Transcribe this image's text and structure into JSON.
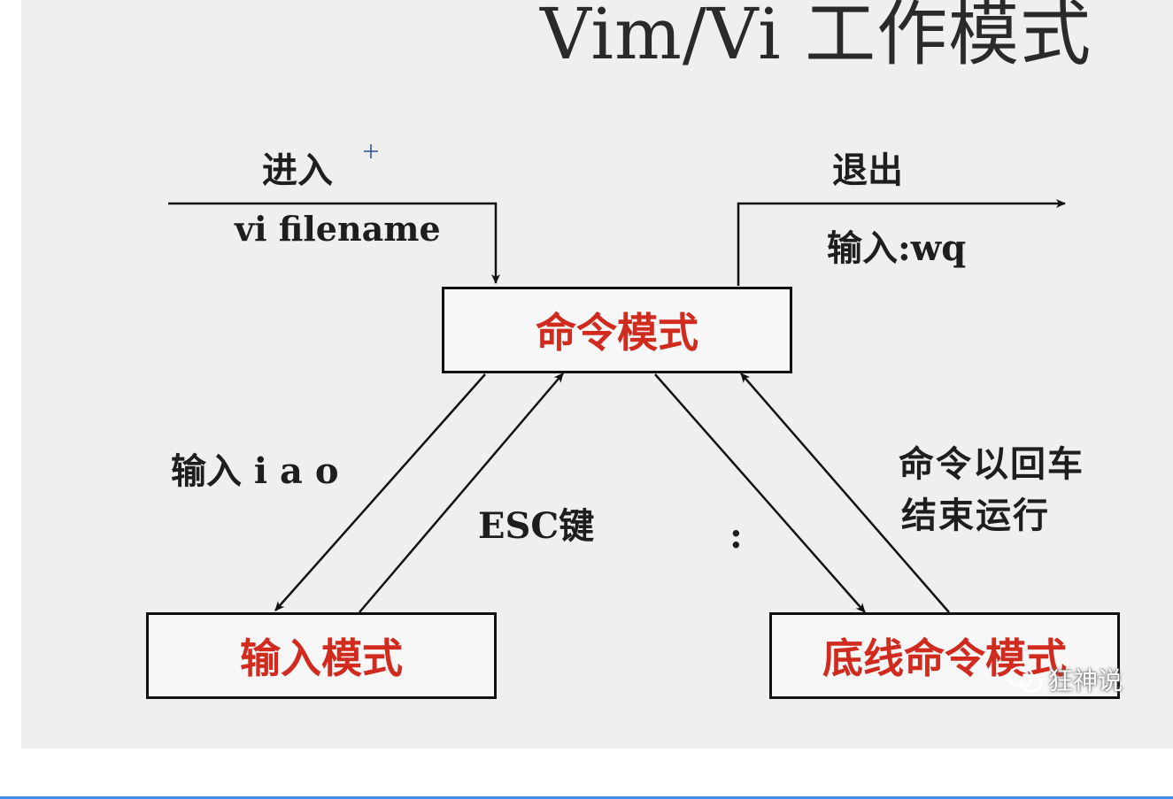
{
  "slide": {
    "title": "Vim/Vi 工作模式"
  },
  "nodes": {
    "command_mode": "命令模式",
    "insert_mode": "输入模式",
    "last_line_mode": "底线命令模式"
  },
  "edges": {
    "enter_heading": "进入",
    "enter_command": "vi filename",
    "exit_heading": "退出",
    "exit_command": "输入:wq",
    "to_insert": "输入 i a o",
    "to_command_from_insert": "ESC键",
    "to_last_line": ":",
    "to_command_from_last_line_1": "命令以回车",
    "to_command_from_last_line_2": "结束运行"
  },
  "watermark": {
    "text": "狂神说"
  },
  "colors": {
    "node_text": "#d12a1f",
    "line": "#111111",
    "background": "#efefef"
  }
}
